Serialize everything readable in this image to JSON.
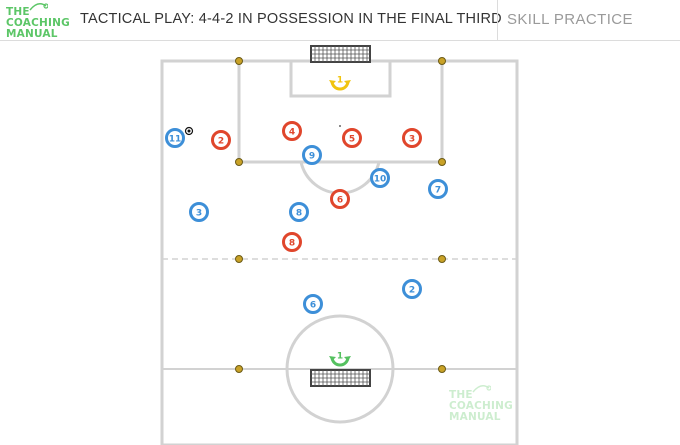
{
  "header": {
    "logo": [
      "THE",
      "COACHING",
      "MANUAL"
    ],
    "title": "TACTICAL PLAY: 4-4-2 IN POSSESSION IN THE FINAL THIRD",
    "category": "SKILL PRACTICE"
  },
  "watermark": [
    "THE",
    "COACHING",
    "MANUAL"
  ],
  "colors": {
    "red_team": "#e0462c",
    "blue_team": "#3d8fd8",
    "keeper_top": "#f1c40f",
    "keeper_bottom": "#55c160",
    "pitch_lines": "#d2d2d2",
    "cones": "#c9a227"
  },
  "players": [
    {
      "team": "keeper_top",
      "number": "1",
      "role": "goalkeeper"
    },
    {
      "team": "red",
      "number": "4"
    },
    {
      "team": "red",
      "number": "5"
    },
    {
      "team": "red",
      "number": "3"
    },
    {
      "team": "red",
      "number": "2"
    },
    {
      "team": "red",
      "number": "6"
    },
    {
      "team": "red",
      "number": "8"
    },
    {
      "team": "blue",
      "number": "11",
      "has_ball": true
    },
    {
      "team": "blue",
      "number": "9"
    },
    {
      "team": "blue",
      "number": "10"
    },
    {
      "team": "blue",
      "number": "7"
    },
    {
      "team": "blue",
      "number": "3"
    },
    {
      "team": "blue",
      "number": "8"
    },
    {
      "team": "blue",
      "number": "6"
    },
    {
      "team": "blue",
      "number": "2"
    },
    {
      "team": "keeper_bottom",
      "number": "1",
      "role": "goalkeeper"
    }
  ],
  "icons": [
    "goal-net-icon",
    "soccer-ball-icon",
    "cone-marker-icon",
    "keeper-arrow-icon"
  ]
}
